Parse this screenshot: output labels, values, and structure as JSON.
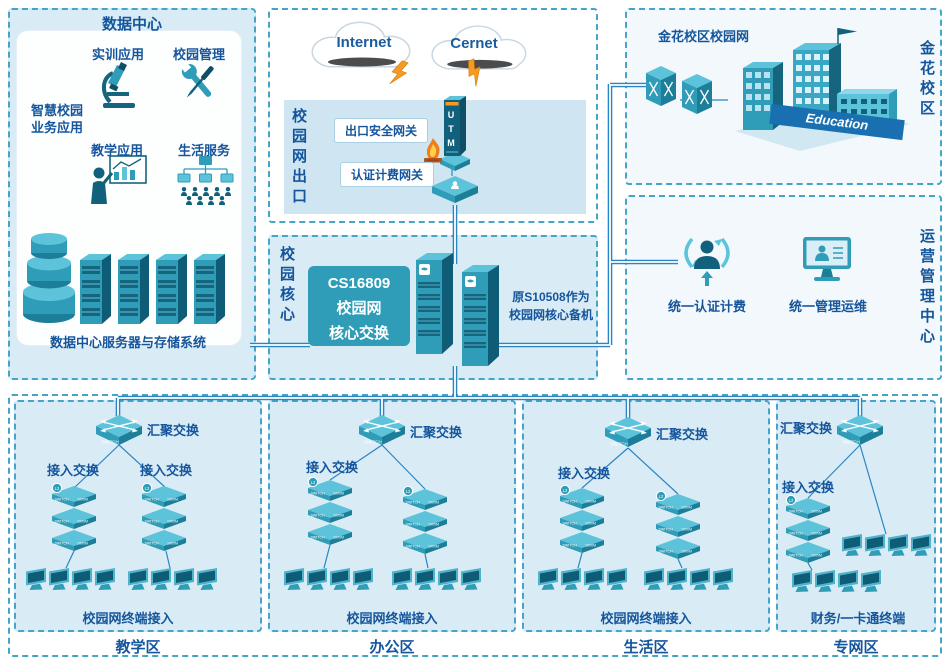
{
  "colors": {
    "teal": "#2f9cb8",
    "teal_dark": "#1c7e98",
    "teal_light": "#5cc3da",
    "line_blue": "#2b85c3",
    "text_blue": "#15559c",
    "panel_bg": "#d9ecf5",
    "border_dash": "#44a5c8",
    "bolt_orange": "#f59a23",
    "banner_blue": "#1a6fb0"
  },
  "datacenter": {
    "title": "数据中心",
    "app_training": "实训应用",
    "app_management": "校园管理",
    "side_label_line1": "智慧校园",
    "side_label_line2": "业务应用",
    "app_teaching": "教学应用",
    "app_life": "生活服务",
    "servers_caption": "数据中心服务器与存储系统"
  },
  "exit": {
    "cloud_internet": "Internet",
    "cloud_cernet": "Cernet",
    "side_label": "校园网出口",
    "gateway_security": "出口安全网关",
    "gateway_billing": "认证计费网关",
    "utm_letters": "UTM"
  },
  "jinhua": {
    "title": "金花校区校园网",
    "side_label": "金花校区",
    "banner": "Education"
  },
  "ops": {
    "side_label": "运营管理中心",
    "auth_label": "统一认证计费",
    "mgmt_label": "统一管理运维"
  },
  "core": {
    "side_label": "校园核心",
    "core_line1": "CS16809",
    "core_line2": "校园网",
    "core_line3": "核心交换",
    "backup_line1": "原S10508作为",
    "backup_line2": "校园网核心备机"
  },
  "zones": [
    {
      "name": "教学区",
      "agg": "汇聚交换",
      "access1": "接入交换",
      "access2": "接入交换",
      "terminal": "校园网终端接入"
    },
    {
      "name": "办公区",
      "agg": "汇聚交换",
      "access1": "接入交换",
      "terminal": "校园网终端接入"
    },
    {
      "name": "生活区",
      "agg": "汇聚交换",
      "access1": "接入交换",
      "terminal": "校园网终端接入"
    },
    {
      "name": "专网区",
      "agg": "汇聚交换",
      "access1": "接入交换",
      "terminal": "财务/一卡通终端"
    }
  ],
  "device_text": {
    "switch": "SWITCH",
    "speed": "1000M",
    "l2": "L2"
  }
}
